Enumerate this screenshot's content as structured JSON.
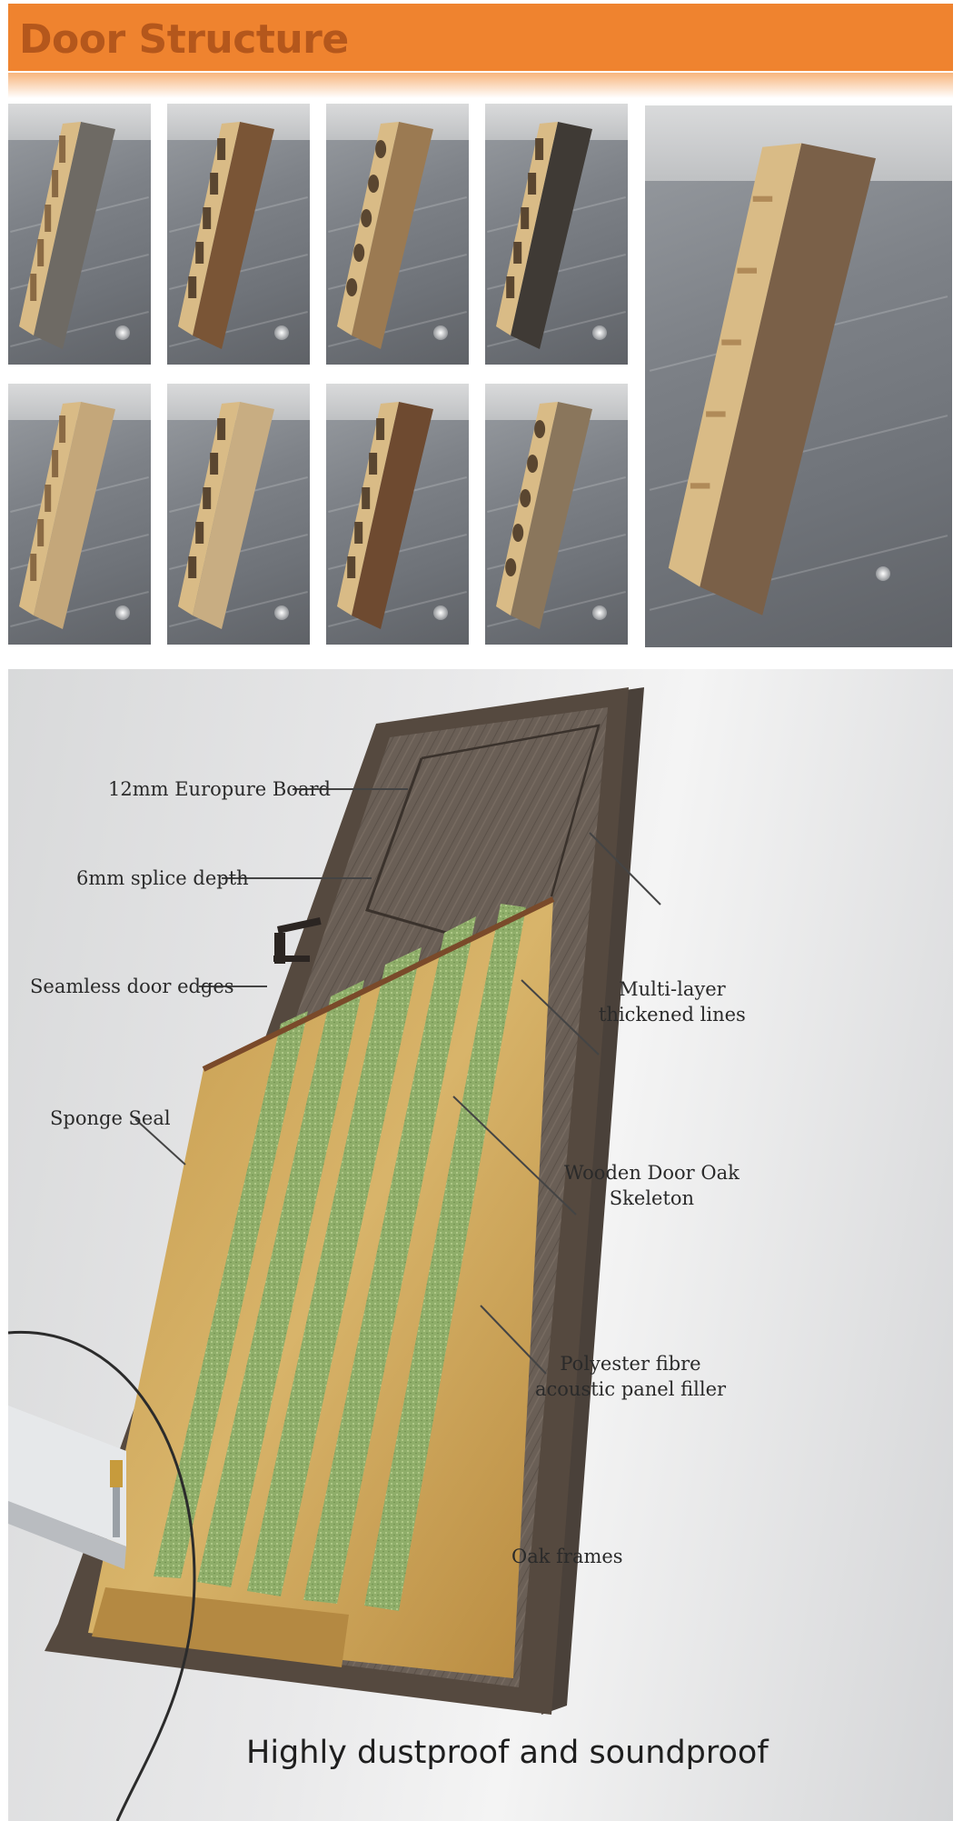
{
  "header": {
    "title": "Door Structure"
  },
  "photos": [
    {
      "name": "door-core-sample-1",
      "core": "honeycomb",
      "color": "#6e6a64"
    },
    {
      "name": "door-core-sample-2",
      "core": "slots",
      "color": "#7a5536"
    },
    {
      "name": "door-core-sample-3",
      "core": "holes",
      "color": "#9b7a52"
    },
    {
      "name": "door-core-sample-4",
      "core": "slots",
      "color": "#3f3a35"
    },
    {
      "name": "door-core-sample-5",
      "core": "honeycomb",
      "color": "#c4a77a"
    },
    {
      "name": "door-core-sample-6",
      "core": "slots",
      "color": "#c8ad82"
    },
    {
      "name": "door-core-sample-7",
      "core": "slots",
      "color": "#6e4a30"
    },
    {
      "name": "door-core-sample-8",
      "core": "holes",
      "color": "#8a765c"
    },
    {
      "name": "door-core-sample-large",
      "core": "solid",
      "color": "#7a6048"
    }
  ],
  "diagram": {
    "callouts": {
      "board": "12mm Europure Board",
      "splice": "6mm splice depth",
      "edges": "Seamless door edges",
      "seal": "Sponge Seal",
      "lines": "Multi-layer\nthickened lines",
      "skeleton": "Wooden Door Oak\nSkeleton",
      "filler": "Polyester fibre\nacoustic panel filler",
      "frames": "Oak  frames"
    },
    "tagline": "Highly dustproof and soundproof"
  }
}
